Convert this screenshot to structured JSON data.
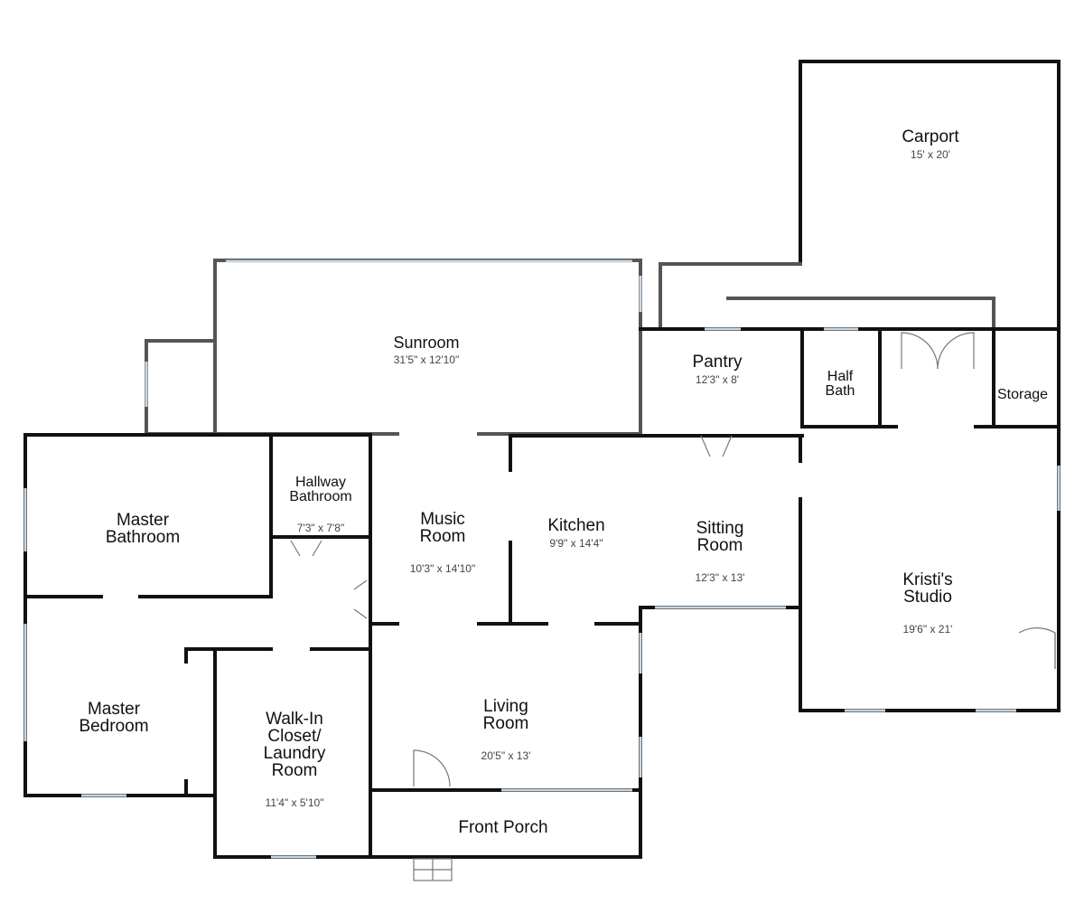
{
  "rooms": {
    "carport": {
      "name": "Carport",
      "dims": "15' x 20'"
    },
    "sunroom": {
      "name": "Sunroom",
      "dims": "31'5\" x 12'10\""
    },
    "pantry": {
      "name": "Pantry",
      "dims": "12'3\" x 8'"
    },
    "half_bath": {
      "name": "Half\nBath"
    },
    "storage": {
      "name": "Storage"
    },
    "hallway_bathroom": {
      "name": "Hallway\nBathroom",
      "dims": "7'3\" x 7'8\""
    },
    "master_bathroom": {
      "name": "Master\nBathroom"
    },
    "music_room": {
      "name": "Music\nRoom",
      "dims": "10'3\" x 14'10\""
    },
    "kitchen": {
      "name": "Kitchen",
      "dims": "9'9\" x 14'4\""
    },
    "sitting_room": {
      "name": "Sitting\nRoom",
      "dims": "12'3\" x 13'"
    },
    "kristis_studio": {
      "name": "Kristi's\nStudio",
      "dims": "19'6\" x 21'"
    },
    "master_bedroom": {
      "name": "Master\nBedroom"
    },
    "walk_in_closet": {
      "name": "Walk-In\nCloset/\nLaundry\nRoom",
      "dims": "11'4\" x 5'10\""
    },
    "living_room": {
      "name": "Living\nRoom",
      "dims": "20'5\" x 13'"
    },
    "front_porch": {
      "name": "Front Porch"
    }
  }
}
